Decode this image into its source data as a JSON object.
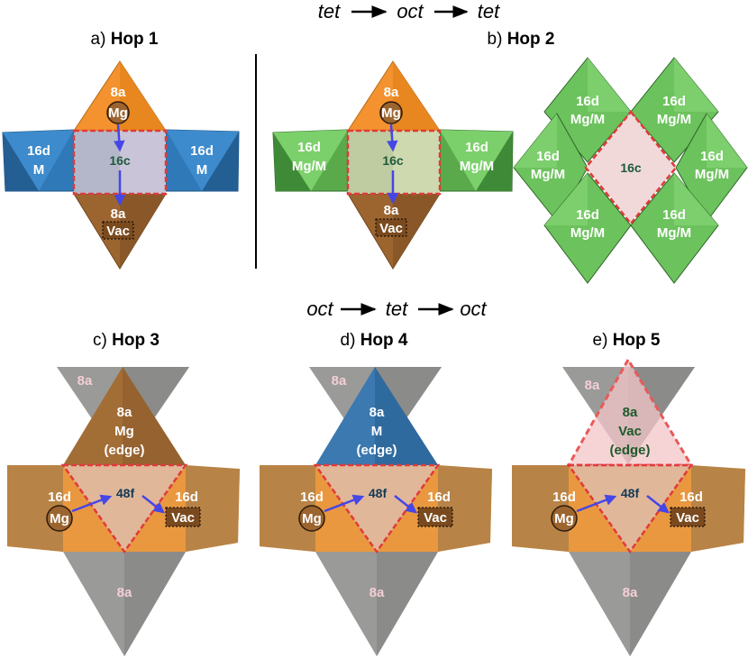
{
  "headers": {
    "top": [
      "tet",
      "oct",
      "tet"
    ],
    "bottom": [
      "oct",
      "tet",
      "oct"
    ]
  },
  "panels": {
    "a": {
      "letter": "a)",
      "title": "Hop 1"
    },
    "b": {
      "letter": "b)",
      "title": "Hop 2"
    },
    "c": {
      "letter": "c)",
      "title": "Hop 3"
    },
    "d": {
      "letter": "d)",
      "title": "Hop 4"
    },
    "e": {
      "letter": "e)",
      "title": "Hop 5"
    }
  },
  "labels": {
    "site_8a": "8a",
    "site_16d": "16d",
    "site_16c": "16c",
    "site_48f": "48f",
    "mg": "Mg",
    "vac": "Vac",
    "m": "M",
    "mg_m": "Mg/M",
    "edge": "(edge)"
  },
  "colors": {
    "orange": "#f3922e",
    "brown": "#9c6530",
    "blue": "#2f79b9",
    "green": "#6cc25d",
    "gray": "#9a9a98",
    "tan": "#f0a560",
    "arrow": "#4646e6",
    "highlight": "#e03a3a"
  }
}
